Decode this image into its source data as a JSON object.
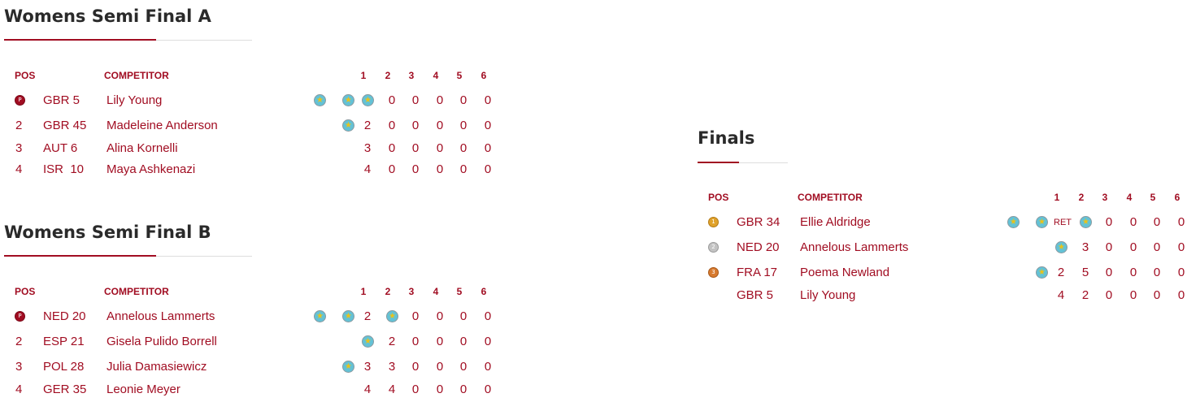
{
  "colors": {
    "accent": "#a10d22",
    "title": "#2a2a2a",
    "star_badge": "#63c2d6",
    "star": "#e9c21a"
  },
  "semi_a": {
    "title": "Womens Semi Final A",
    "headers": {
      "pos": "POS",
      "competitor": "COMPETITOR",
      "races": [
        "1",
        "2",
        "3",
        "4",
        "5",
        "6"
      ]
    },
    "rows": [
      {
        "pos_icon": "medal-red-icon",
        "nation": "GBR 5",
        "name": "Lily Young",
        "results": [
          "",
          "",
          "0",
          "0",
          "0",
          "0"
        ],
        "stars": [
          "star-badge-icon",
          "star-badge-icon",
          "star-badge-icon"
        ]
      },
      {
        "pos": "2",
        "nation": "GBR 45",
        "name": "Madeleine Anderson",
        "results": [
          "2",
          "0",
          "0",
          "0",
          "0",
          "0"
        ],
        "stars": [
          "star-badge-icon"
        ]
      },
      {
        "pos": "3",
        "nation": "AUT 6",
        "name": "Alina Kornelli",
        "results": [
          "3",
          "0",
          "0",
          "0",
          "0",
          "0"
        ],
        "stars": []
      },
      {
        "pos": "4",
        "nation": "ISR  10",
        "name": "Maya Ashkenazi",
        "results": [
          "4",
          "0",
          "0",
          "0",
          "0",
          "0"
        ],
        "stars": []
      }
    ]
  },
  "semi_b": {
    "title": "Womens Semi Final B",
    "headers": {
      "pos": "POS",
      "competitor": "COMPETITOR",
      "races": [
        "1",
        "2",
        "3",
        "4",
        "5",
        "6"
      ]
    },
    "rows": [
      {
        "pos_icon": "medal-red-icon",
        "nation": "NED 20",
        "name": "Annelous Lammerts",
        "results": [
          "",
          "2",
          "",
          "0",
          "0",
          "0"
        ],
        "stars": [
          "star-badge-icon",
          "star-badge-icon",
          "star-badge-icon"
        ]
      },
      {
        "pos": "2",
        "nation": "ESP 21",
        "name": "Gisela Pulido Borrell",
        "results": [
          "",
          "2",
          "0",
          "0",
          "0",
          "0"
        ],
        "stars": [
          "star-badge-icon"
        ]
      },
      {
        "pos": "3",
        "nation": "POL 28",
        "name": "Julia Damasiewicz",
        "results": [
          "3",
          "3",
          "0",
          "0",
          "0",
          "0"
        ],
        "stars": [
          "star-badge-icon"
        ]
      },
      {
        "pos": "4",
        "nation": "GER 35",
        "name": "Leonie Meyer",
        "results": [
          "4",
          "4",
          "0",
          "0",
          "0",
          "0"
        ],
        "stars": []
      }
    ]
  },
  "finals": {
    "title": "Finals",
    "headers": {
      "pos": "POS",
      "competitor": "COMPETITOR",
      "races": [
        "1",
        "2",
        "3",
        "4",
        "5",
        "6"
      ]
    },
    "rows": [
      {
        "pos_icon": "gold-medal-icon",
        "nation": "GBR 34",
        "name": "Ellie Aldridge",
        "results": [
          "",
          "RET",
          "",
          "0",
          "0",
          "0",
          "0"
        ],
        "stars": [
          "star-badge-icon",
          "star-badge-icon",
          "star-badge-icon"
        ]
      },
      {
        "pos_icon": "silver-medal-icon",
        "nation": "NED 20",
        "name": "Annelous Lammerts",
        "results": [
          "",
          "3",
          "0",
          "0",
          "0",
          "0"
        ],
        "stars": [
          "star-badge-icon"
        ]
      },
      {
        "pos_icon": "bronze-medal-icon",
        "nation": "FRA 17",
        "name": "Poema Newland",
        "results": [
          "2",
          "5",
          "0",
          "0",
          "0",
          "0"
        ],
        "stars": [
          "star-badge-icon"
        ]
      },
      {
        "pos": "",
        "nation": "GBR 5",
        "name": "Lily Young",
        "results": [
          "4",
          "2",
          "0",
          "0",
          "0",
          "0"
        ],
        "stars": []
      }
    ]
  }
}
